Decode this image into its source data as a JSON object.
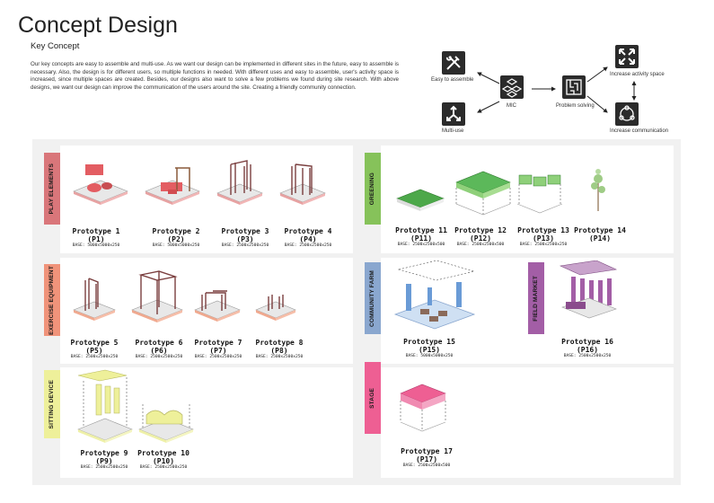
{
  "header": {
    "title": "Concept Design",
    "subtitle": "Key Concept",
    "body": "Our key concepts are easy to assemble and multi-use. As we want our design can be implemented in different sites in the future, easy to assemble is necessary. Also, the design is for different users, so multiple functions in needed. With different uses and easy to assemble, user's activity space is increased, since multiple spaces are created. Besides, our designs also want to solve a few problems we found during site research. With above designs, we want our design can improve the communication of the users around the site. Creating a friendly community connection."
  },
  "flow": {
    "easy": "Easy to assemble",
    "mic": "MIC",
    "multi": "Multi-use",
    "problem": "Problem solving",
    "space": "Increase activity space",
    "comm": "Increase communication"
  },
  "categories": {
    "play": "PLAY ELEMENTS",
    "exercise": "EXERCISE EQUIPMENT",
    "sitting": "SITTING DEVICE",
    "greening": "GREENING",
    "farm": "COMMUNITY FARM",
    "market": "FIELD MARKET",
    "stage": "STAGE"
  },
  "colors": {
    "play": "#d9767a",
    "exercise": "#f0937a",
    "sitting": "#eef09a",
    "greening": "#86c25a",
    "farm": "#8aa7cf",
    "market": "#a35ea6",
    "stage": "#ee5f93"
  },
  "prototypes": [
    {
      "name": "Prototype 1",
      "code": "(P1)",
      "base": "BASE: 5000x5000x250"
    },
    {
      "name": "Prototype 2",
      "code": "(P2)",
      "base": "BASE: 5000x5000x250"
    },
    {
      "name": "Prototype 3",
      "code": "(P3)",
      "base": "BASE: 2500x2500x250"
    },
    {
      "name": "Prototype 4",
      "code": "(P4)",
      "base": "BASE: 2500x2500x250"
    },
    {
      "name": "Prototype 5",
      "code": "(P5)",
      "base": "BASE: 2500x2500x250"
    },
    {
      "name": "Prototype 6",
      "code": "(P6)",
      "base": "BASE: 2500x2500x250"
    },
    {
      "name": "Prototype 7",
      "code": "(P7)",
      "base": "BASE: 2500x2500x250"
    },
    {
      "name": "Prototype 8",
      "code": "(P8)",
      "base": "BASE: 2500x2500x250"
    },
    {
      "name": "Prototype 9",
      "code": "(P9)",
      "base": "BASE: 2500x2500x250"
    },
    {
      "name": "Prototype 10",
      "code": "(P10)",
      "base": "BASE: 2500x2500x250"
    },
    {
      "name": "Prototype 11",
      "code": "(P11)",
      "base": "BASE: 2500x2500x500"
    },
    {
      "name": "Prototype 12",
      "code": "(P12)",
      "base": "BASE: 2500x2500x500"
    },
    {
      "name": "Prototype 13",
      "code": "(P13)",
      "base": "BASE: 2500x2500x250"
    },
    {
      "name": "Prototype 14",
      "code": "(P14)",
      "base": ""
    },
    {
      "name": "Prototype 15",
      "code": "(P15)",
      "base": "BASE: 5000x5000x250"
    },
    {
      "name": "Prototype 16",
      "code": "(P16)",
      "base": "BASE: 2500x2500x250"
    },
    {
      "name": "Prototype 17",
      "code": "(P17)",
      "base": "BASE: 2500x2500x500"
    }
  ]
}
